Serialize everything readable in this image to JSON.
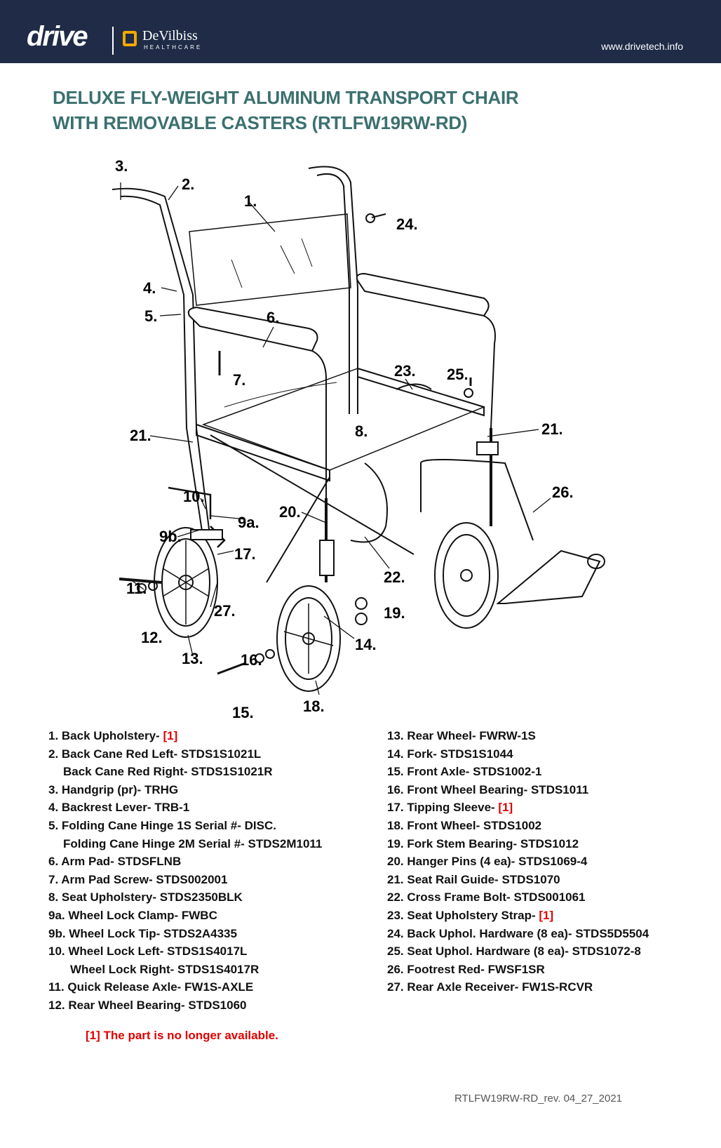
{
  "header": {
    "brand": "drive",
    "partner": "DeVilbiss",
    "partner_sub": "HEALTHCARE",
    "website": "www.drivetech.info"
  },
  "title": {
    "line1": "DELUXE FLY-WEIGHT ALUMINUM TRANSPORT CHAIR",
    "line2": "WITH REMOVABLE CASTERS (RTLFW19RW-RD)"
  },
  "diagram_labels": {
    "l3": "3.",
    "l2": "2.",
    "l1": "1.",
    "l24": "24.",
    "l4": "4.",
    "l5": "5.",
    "l6": "6.",
    "l7": "7.",
    "l23": "23.",
    "l25": "25.",
    "l8": "8.",
    "l21a": "21.",
    "l21b": "21.",
    "l26": "26.",
    "l10": "10.",
    "l20": "20.",
    "l9a": "9a.",
    "l9b": "9b.",
    "l17": "17.",
    "l22": "22.",
    "l11": "11.",
    "l27": "27.",
    "l19": "19.",
    "l12": "12.",
    "l14": "14.",
    "l13": "13.",
    "l16": "16.",
    "l15": "15.",
    "l18": "18."
  },
  "parts_left": [
    {
      "text": "1. Back Upholstery- ",
      "note": "[1]"
    },
    {
      "text": "2. Back Cane Red Left- STDS1S1021L"
    },
    {
      "text": "Back Cane Red Right- STDS1S1021R"
    },
    {
      "text": "3. Handgrip (pr)- TRHG"
    },
    {
      "text": "4. Backrest Lever- TRB-1"
    },
    {
      "text": "5. Folding Cane Hinge 1S Serial #- DISC."
    },
    {
      "text": "Folding Cane Hinge 2M Serial #- STDS2M1011"
    },
    {
      "text": "6. Arm Pad- STDSFLNB"
    },
    {
      "text": "7. Arm Pad Screw- STDS002001"
    },
    {
      "text": "8. Seat Upholstery- STDS2350BLK"
    },
    {
      "text": "9a. Wheel Lock Clamp- FWBC"
    },
    {
      "text": "9b. Wheel Lock Tip- STDS2A4335"
    },
    {
      "text": "10. Wheel Lock Left- STDS1S4017L"
    },
    {
      "text": "Wheel Lock Right- STDS1S4017R"
    },
    {
      "text": "11. Quick Release Axle- FW1S-AXLE"
    },
    {
      "text": "12. Rear Wheel Bearing- STDS1060"
    }
  ],
  "parts_right": [
    {
      "text": "13. Rear Wheel- FWRW-1S"
    },
    {
      "text": "14. Fork- STDS1S1044"
    },
    {
      "text": "15. Front Axle- STDS1002-1"
    },
    {
      "text": "16. Front Wheel Bearing- STDS1011"
    },
    {
      "text": "17. Tipping Sleeve- ",
      "note": "[1]"
    },
    {
      "text": "18. Front Wheel- STDS1002"
    },
    {
      "text": "19. Fork Stem Bearing- STDS1012"
    },
    {
      "text": "20. Hanger Pins (4 ea)- STDS1069-4"
    },
    {
      "text": "21. Seat Rail Guide- STDS1070"
    },
    {
      "text": "22. Cross Frame Bolt- STDS001061"
    },
    {
      "text": "23. Seat Upholstery Strap- ",
      "note": "[1]"
    },
    {
      "text": "24. Back Uphol. Hardware (8 ea)- STDS5D5504"
    },
    {
      "text": "25. Seat Uphol. Hardware (8 ea)- STDS1072-8"
    },
    {
      "text": "26. Footrest Red- FWSF1SR"
    },
    {
      "text": "27. Rear Axle Receiver- FW1S-RCVR"
    }
  ],
  "footnote": "[1] The part is no longer available.",
  "revision": "RTLFW19RW-RD_rev. 04_27_2021",
  "colors": {
    "header_bg": "#1f2b47",
    "title": "#3c7070",
    "note_red": "#e00000"
  }
}
